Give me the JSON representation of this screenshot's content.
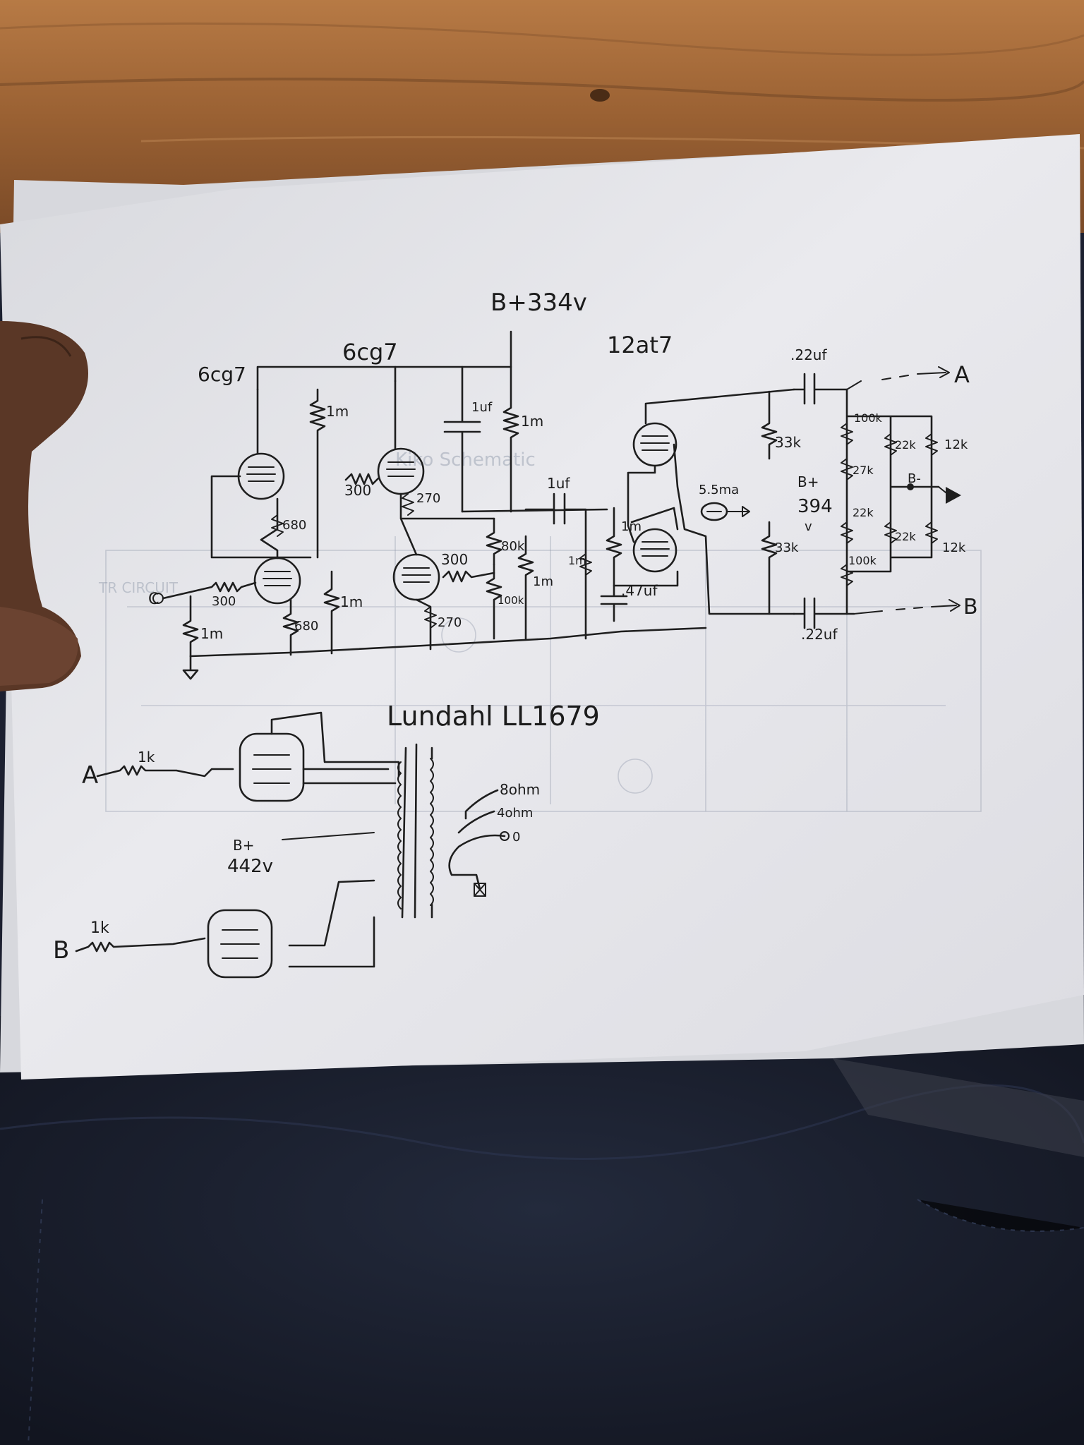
{
  "labels": {
    "tube_v1": "6cg7",
    "tube_v2": "6cg7",
    "tube_v3": "12at7",
    "b_plus_main": "B+334v",
    "transformer": "Lundahl LL1679",
    "r_v1_plate": "1m",
    "r_v1_cath_upper": "680",
    "r_v1_cath_lower": "680",
    "r_input_grid_stop": "300",
    "r_input_grid_leak": "1m",
    "r_v2_grid_upper": "300",
    "r_v2_grid_lower": "300",
    "r_v2_cath_upper": "270",
    "r_v2_cath_lower": "270",
    "r_v2_grid_leak": "1m",
    "c_bypass": "1uf",
    "r_plate_feed": "1m",
    "r_tail_upper": "80k",
    "r_tail_lower": "100k",
    "c_coupling": "1uf",
    "r_v3_grid": "1m",
    "r_v3_grid_leak": "1m",
    "r_v3_grid_leak_2": "1m",
    "c_v3_cath": ".47uf",
    "ccs_current": "5.5ma",
    "r_split_upper": "33k",
    "r_split_lower": "33k",
    "b_plus_split_label": "B+",
    "b_plus_split_value": "394",
    "b_plus_split_unit": "v",
    "c_out_a": ".22uf",
    "c_out_b": ".22uf",
    "out_a": "A",
    "out_b": "B",
    "bias_r_100k_upper": "100k",
    "bias_r_27k": "27k",
    "bias_r_22k_upper": "22k",
    "bias_r_12k_upper": "12k",
    "bias_b_minus": "B-",
    "bias_r_22k_left": "22k",
    "bias_r_22k_lower": "22k",
    "bias_r_12k_lower": "12k",
    "bias_r_100k_lower": "100k",
    "input_marker": "C",
    "pp_in_a": "A",
    "pp_in_b": "B",
    "pp_grid_stop_a": "1k",
    "pp_grid_stop_b": "1k",
    "pp_b_plus_label": "B+",
    "pp_b_plus_value": "442v",
    "tap_8ohm": "8ohm",
    "tap_4ohm": "4ohm",
    "tap_0": "0"
  },
  "colors": {
    "paper": "#e8e8ec",
    "ink": "#1e1e1e",
    "floor": "#a46a3c",
    "fabric": "#1a1f2e"
  }
}
